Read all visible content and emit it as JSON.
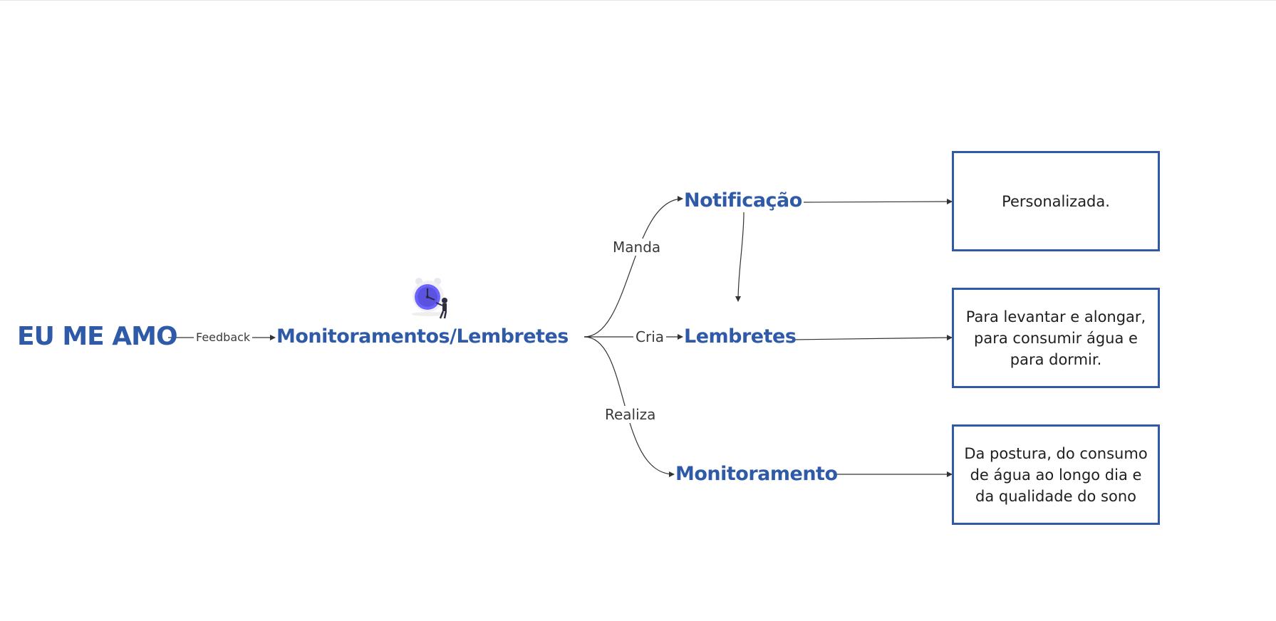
{
  "diagram": {
    "nodes": {
      "root": "EU ME AMO",
      "main": "Monitoramentos/Lembretes",
      "notificacao": "Notificação",
      "lembretes": "Lembretes",
      "monitoramento": "Monitoramento"
    },
    "edge_labels": {
      "feedback": "Feedback",
      "manda": "Manda",
      "cria": "Cria",
      "realiza": "Realiza"
    },
    "boxes": {
      "notificacao_desc": "Personalizada.",
      "lembretes_desc": "Para levantar e alongar, para consumir água e para dormir.",
      "monitoramento_desc": "Da postura, do consumo de água ao longo dia e da qualidade do sono"
    },
    "icons": {
      "illustration": "alarm-clock-person-icon"
    },
    "colors": {
      "accent": "#2f5aa8",
      "clock": "#6c63ff",
      "line": "#333333"
    }
  }
}
